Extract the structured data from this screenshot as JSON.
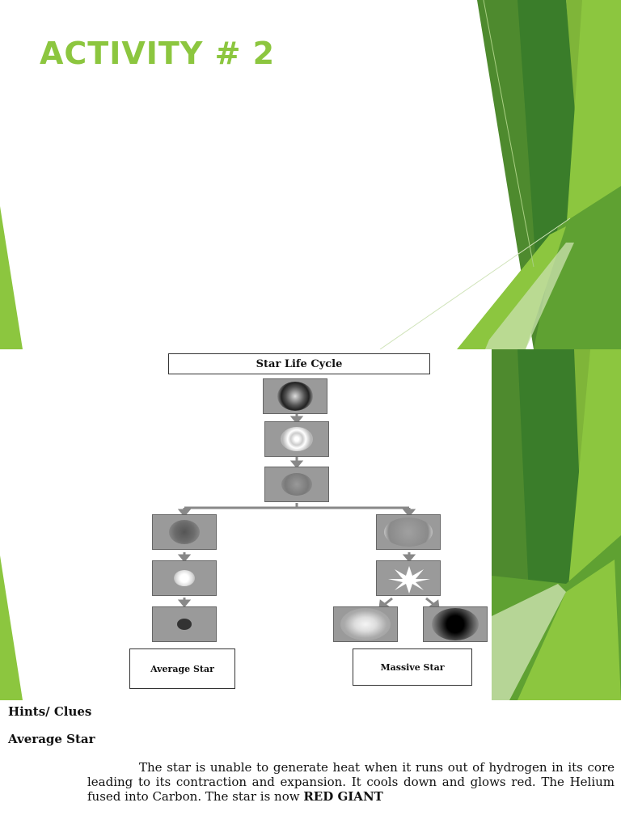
{
  "slide1": {
    "title": "ACTIVITY # 2"
  },
  "diagram": {
    "title": "Star Life Cycle",
    "average_label": "Average Star",
    "massive_label": "Massive Star"
  },
  "hints": {
    "heading": "Hints/ Clues",
    "subheading": "Average Star",
    "paragraph_main": "The star is unable to generate heat when it runs out of hydrogen in its core leading to its contraction and expansion. It cools down and glows red. The Helium fused into Carbon. The star is now ",
    "paragraph_bold": "RED GIANT"
  },
  "colors": {
    "title_green": "#8cc63f",
    "dark_green": "#3a7d2a",
    "mid_green": "#5fa132",
    "light_green": "#8cc63f",
    "pale_green": "#c5dea8"
  }
}
